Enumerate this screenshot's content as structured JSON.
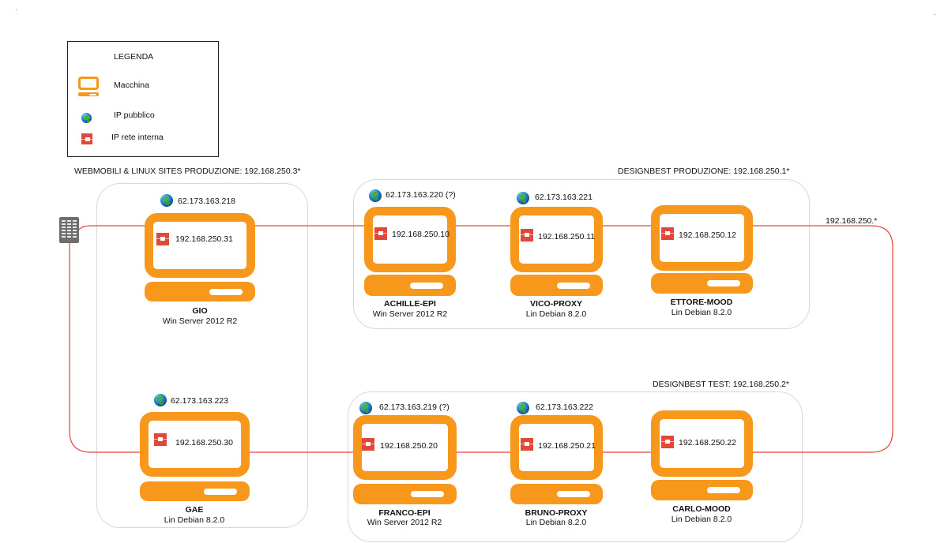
{
  "legend": {
    "title": "LEGENDA",
    "items": [
      {
        "icon": "machine-icon",
        "label": "Macchina"
      },
      {
        "icon": "globe-icon",
        "label": "IP pubblico"
      },
      {
        "icon": "lan-port-icon",
        "label": "IP rete interna"
      }
    ]
  },
  "network": {
    "label": "192.168.250.*",
    "line_color": "#e2473b",
    "gateway_icon": "building-icon"
  },
  "colors": {
    "machine": "#f7981d",
    "lan": "#e2473b",
    "group_border": "#d8d8d8"
  },
  "groups": [
    {
      "label": "WEBMOBILI & LINUX SITES PRODUZIONE: 192.168.250.3*",
      "machines": [
        {
          "name": "GIO",
          "os": "Win Server 2012 R2",
          "public_ip": "62.173.163.218",
          "private_ip": "192.168.250.31"
        },
        {
          "name": "GAE",
          "os": "Lin Debian 8.2.0",
          "public_ip": "62.173.163.223",
          "private_ip": "192.168.250.30"
        }
      ]
    },
    {
      "label": "DESIGNBEST PRODUZIONE: 192.168.250.1*",
      "machines": [
        {
          "name": "ACHILLE-EPI",
          "os": "Win Server 2012 R2",
          "public_ip": "62.173.163.220 (?)",
          "private_ip": "192.168.250.10"
        },
        {
          "name": "VICO-PROXY",
          "os": "Lin Debian 8.2.0",
          "public_ip": "62.173.163.221",
          "private_ip": "192.168.250.11"
        },
        {
          "name": "ETTORE-MOOD",
          "os": "Lin Debian 8.2.0",
          "public_ip": null,
          "private_ip": "192.168.250.12"
        }
      ]
    },
    {
      "label": "DESIGNBEST TEST: 192.168.250.2*",
      "machines": [
        {
          "name": "FRANCO-EPI",
          "os": "Win Server 2012 R2",
          "public_ip": "62.173.163.219 (?)",
          "private_ip": "192.168.250.20"
        },
        {
          "name": "BRUNO-PROXY",
          "os": "Lin Debian 8.2.0",
          "public_ip": "62.173.163.222",
          "private_ip": "192.168.250.21"
        },
        {
          "name": "CARLO-MOOD",
          "os": "Lin Debian 8.2.0",
          "public_ip": null,
          "private_ip": "192.168.250.22"
        }
      ]
    }
  ]
}
